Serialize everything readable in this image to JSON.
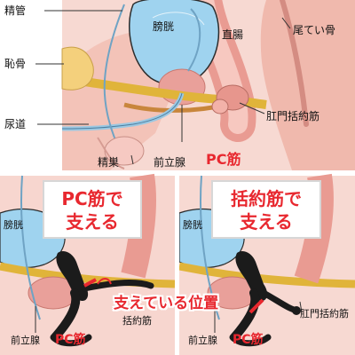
{
  "top_labels": {
    "seminal_vesicle": "精管",
    "pubic_bone": "恥骨",
    "urethra": "尿道",
    "bladder": "膀胱",
    "rectum": "直腸",
    "tailbone": "尾てい骨",
    "anal_sphincter": "肛門括約筋",
    "testis": "精巣",
    "prostate": "前立腺",
    "pc_muscle": "PC筋"
  },
  "left_panel": {
    "callout_line1": "PC筋で",
    "callout_line2": "支える",
    "bladder": "膀胱",
    "prostate": "前立腺",
    "pc_muscle": "PC筋",
    "partial_label": "括約筋"
  },
  "right_panel": {
    "callout_line1": "括約筋で",
    "callout_line2": "支える",
    "bladder": "膀胱",
    "prostate": "前立腺",
    "pc_muscle": "PC筋",
    "anal_sphincter": "肛門括約筋"
  },
  "support_position_label": "支えている位置",
  "colors": {
    "accent_red": "#e8282f",
    "bladder_blue": "#9fd3ef",
    "skin_pink": "#f6c9c2",
    "flesh": "#e6a39a",
    "gold_band": "#e0b43a",
    "device_black": "#1b1b1b"
  }
}
